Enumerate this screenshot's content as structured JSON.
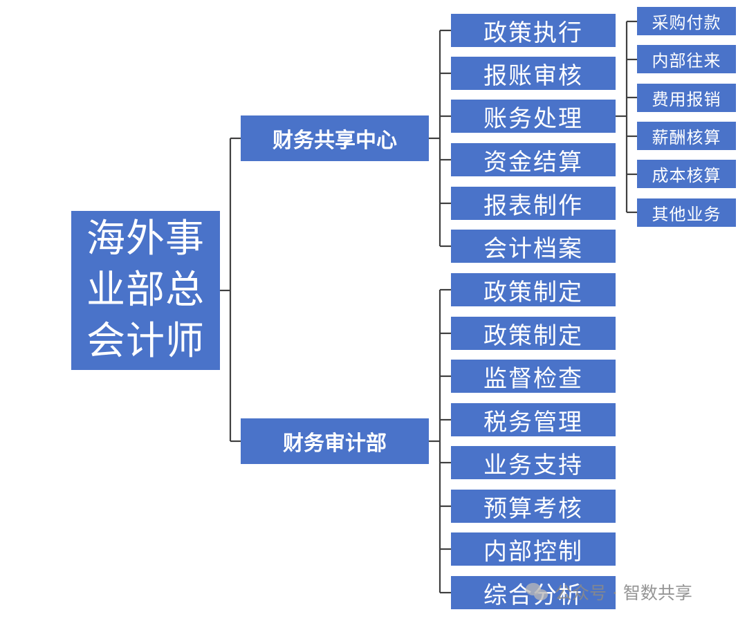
{
  "diagram": {
    "root": "海外事业部总会计师",
    "branches": [
      {
        "label": "财务共享中心",
        "children": [
          {
            "label": "政策执行"
          },
          {
            "label": "报账审核"
          },
          {
            "label": "账务处理",
            "children": [
              "采购付款",
              "内部往来",
              "费用报销",
              "薪酬核算",
              "成本核算",
              "其他业务"
            ]
          },
          {
            "label": "资金结算"
          },
          {
            "label": "报表制作"
          },
          {
            "label": "会计档案"
          }
        ]
      },
      {
        "label": "财务审计部",
        "children": [
          {
            "label": "政策制定"
          },
          {
            "label": "政策制定"
          },
          {
            "label": "监督检查"
          },
          {
            "label": "税务管理"
          },
          {
            "label": "业务支持"
          },
          {
            "label": "预算考核"
          },
          {
            "label": "内部控制"
          },
          {
            "label": "综合分析"
          }
        ]
      }
    ]
  },
  "watermark": {
    "text": "公众号 · 智数共享",
    "icon": "wechat-icon"
  },
  "colors": {
    "box": "#4a73c9",
    "line": "#3f3f3f",
    "text": "#ffffff"
  }
}
